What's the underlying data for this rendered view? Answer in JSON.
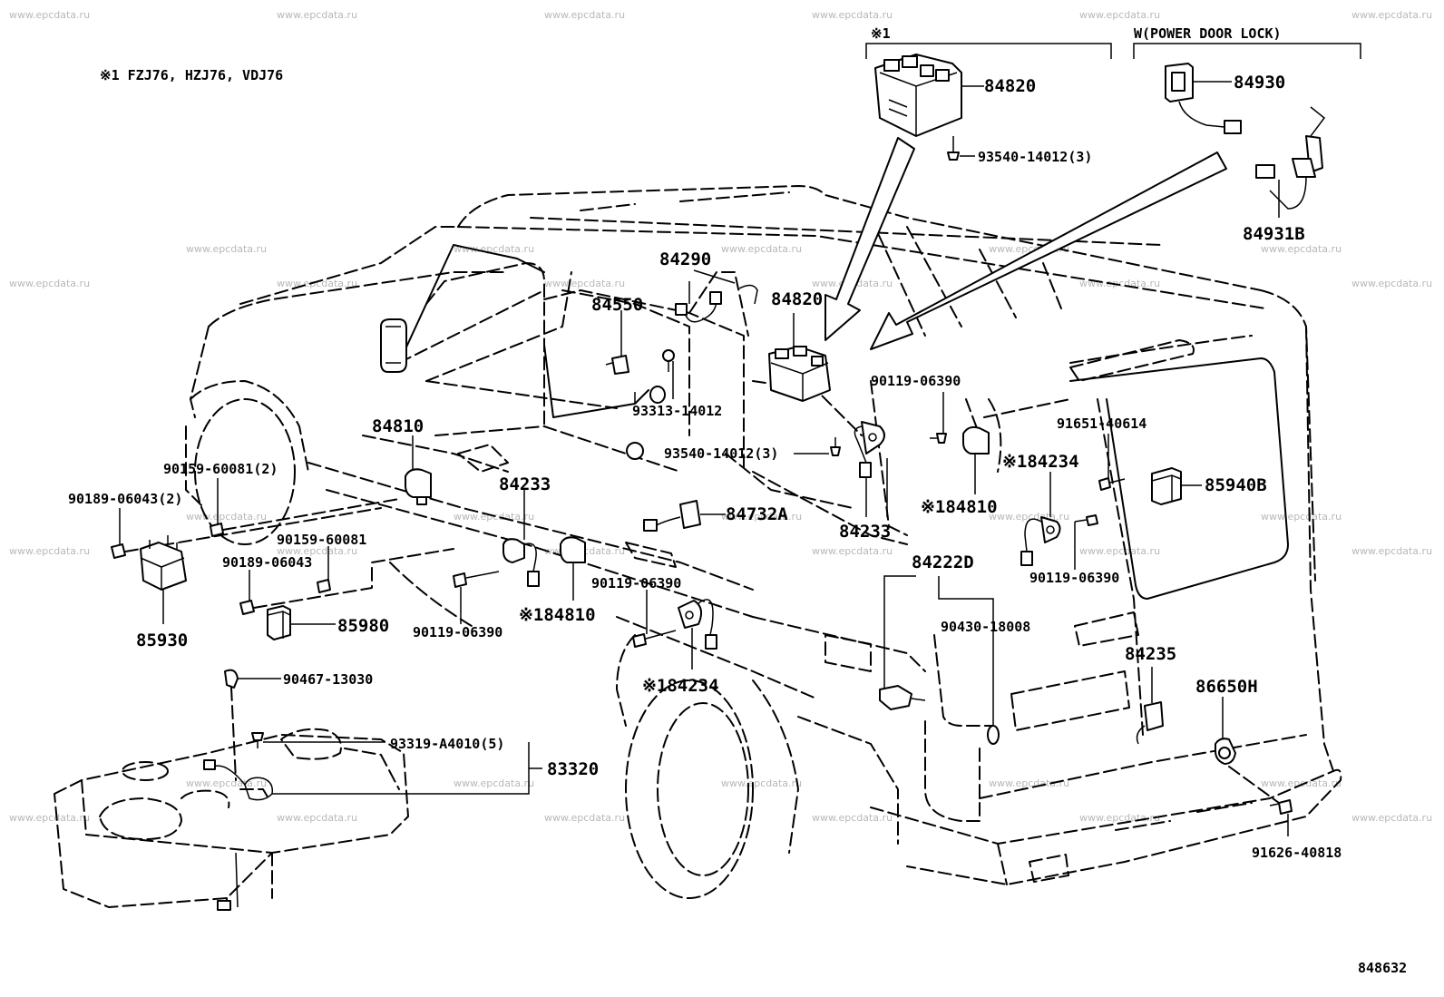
{
  "header": {
    "note": "※1   FZJ76, HZJ76, VDJ76",
    "group1_label": "※1",
    "group2_label": "W(POWER DOOR LOCK)"
  },
  "watermark": "www.epcdata.ru",
  "figure_number": "848632",
  "parts": {
    "p84820_top": "84820",
    "p93540_top": "93540-14012(3)",
    "p84930": "84930",
    "p84931B": "84931B",
    "p84290": "84290",
    "p84550": "84550",
    "p84820_mid": "84820",
    "p93313": "93313-14012",
    "p93540_mid": "93540-14012(3)",
    "p84810_left": "84810",
    "p90119_a": "90119-06390",
    "p91651": "91651-40614",
    "p84234_a": "※184234",
    "p85940B": "85940B",
    "p84810_mid": "※184810",
    "p84233_a": "84233",
    "p84233_b": "84233",
    "p84732A": "84732A",
    "p90159_a": "90159-60081(2)",
    "p90189_a": "90189-06043(2)",
    "p90159_b": "90159-60081",
    "p90189_b": "90189-06043",
    "p85930": "85930",
    "p85980": "85980",
    "p90119_b": "90119-06390",
    "p84810_low": "※184810",
    "p90119_c": "90119-06390",
    "p90119_d": "90119-06390",
    "p84222D": "84222D",
    "p90430": "90430-18008",
    "p84235": "84235",
    "p86650H": "86650H",
    "p84234_b": "※184234",
    "p90467": "90467-13030",
    "p93319": "93319-A4010(5)",
    "p83320": "83320",
    "p91626": "91626-40818"
  }
}
